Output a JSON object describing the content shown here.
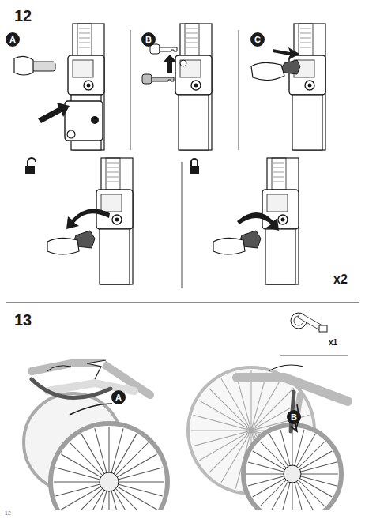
{
  "diagram": {
    "nodes": [
      {
        "text": [
          "A"
        ]
      },
      {
        "text": [
          "B"
        ]
      },
      {
        "text": [
          "C"
        ]
      },
      {
        "text": [
          "A"
        ]
      },
      {
        "text": [
          "B"
        ]
      }
    ],
    "labels": [
      "12",
      "x2",
      "13",
      "x1",
      "12"
    ]
  }
}
